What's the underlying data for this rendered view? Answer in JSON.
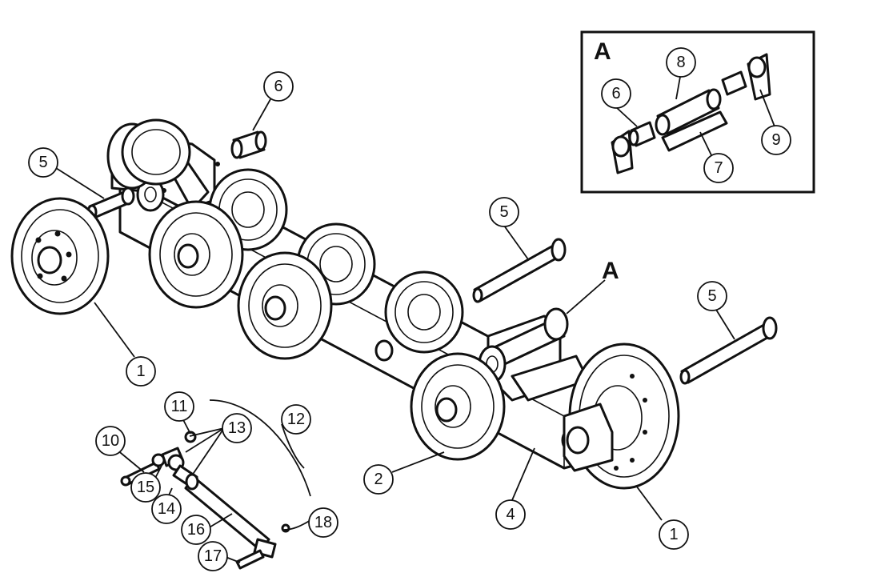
{
  "detail": {
    "label": "A",
    "callout_label": "A"
  },
  "callouts": {
    "c1a": "1",
    "c1b": "1",
    "c2": "2",
    "c4": "4",
    "c5a": "5",
    "c5b": "5",
    "c5c": "5",
    "c6": "6",
    "c6a": "6",
    "c7": "7",
    "c8": "8",
    "c9": "9",
    "c10": "10",
    "c11": "11",
    "c12": "12",
    "c13": "13",
    "c14": "14",
    "c15": "15",
    "c16": "16",
    "c17": "17",
    "c18": "18"
  }
}
